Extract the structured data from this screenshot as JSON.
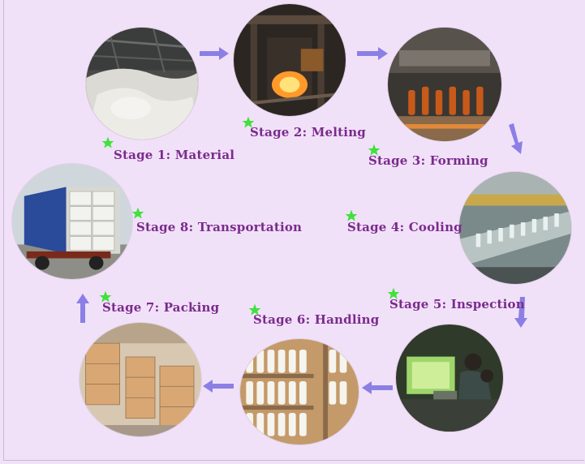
{
  "stages": [
    {
      "label": "Stage 1: Material"
    },
    {
      "label": "Stage 2: Melting"
    },
    {
      "label": "Stage 3: Forming"
    },
    {
      "label": "Stage 4: Cooling"
    },
    {
      "label": "Stage 5: Inspection"
    },
    {
      "label": "Stage 6: Handling"
    },
    {
      "label": "Stage 7: Packing"
    },
    {
      "label": "Stage 8: Transportation"
    }
  ],
  "colors": {
    "background": "#f1e1f8",
    "label": "#7a2b8c",
    "star": "#3fe23a",
    "arrow": "#8b7fe6"
  },
  "icons": [
    "star-icon",
    "arrow-right-icon",
    "arrow-down-icon",
    "arrow-left-icon",
    "arrow-up-icon"
  ]
}
